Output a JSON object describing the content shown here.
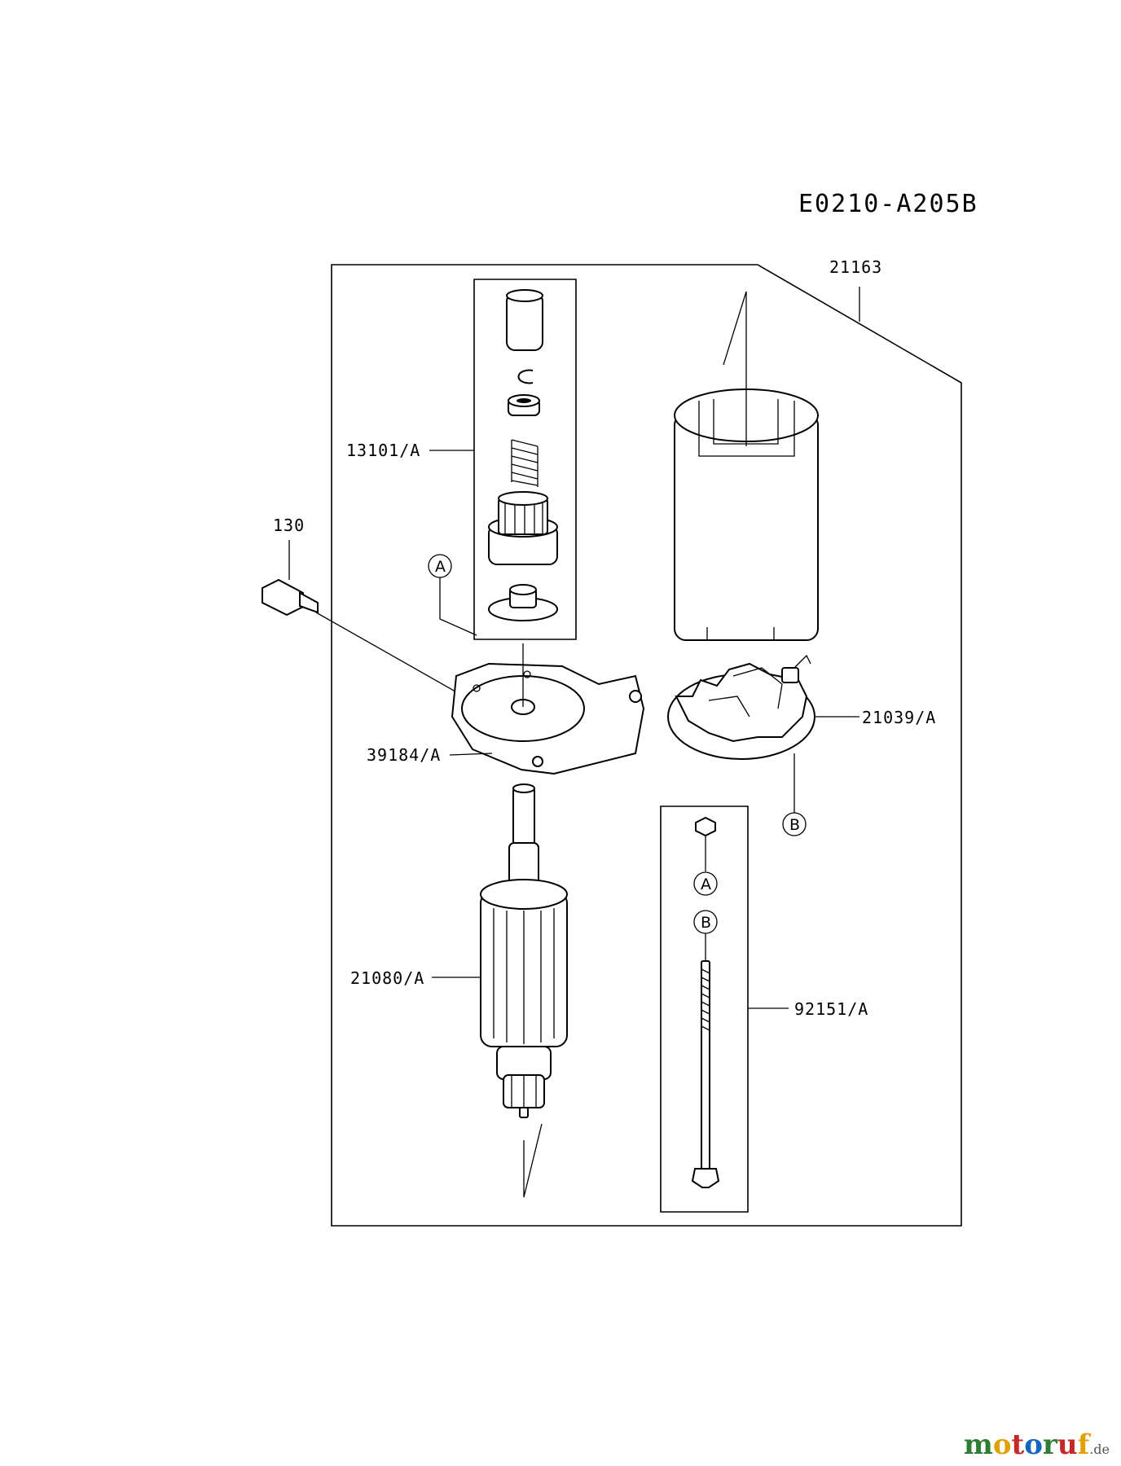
{
  "diagram_code": "E0210-A205B",
  "parts": {
    "p21163": "21163",
    "p13101": "13101/A",
    "p130": "130",
    "p39184": "39184/A",
    "p21039": "21039/A",
    "p21080": "21080/A",
    "p92151": "92151/A"
  },
  "refs": {
    "a1": "A",
    "a2": "A",
    "b1": "B",
    "b2": "B"
  },
  "watermark": {
    "m": "m",
    "o1": "o",
    "t": "t",
    "o2": "o",
    "r": "r",
    "u": "u",
    "f": "f",
    "tld": ".de"
  }
}
